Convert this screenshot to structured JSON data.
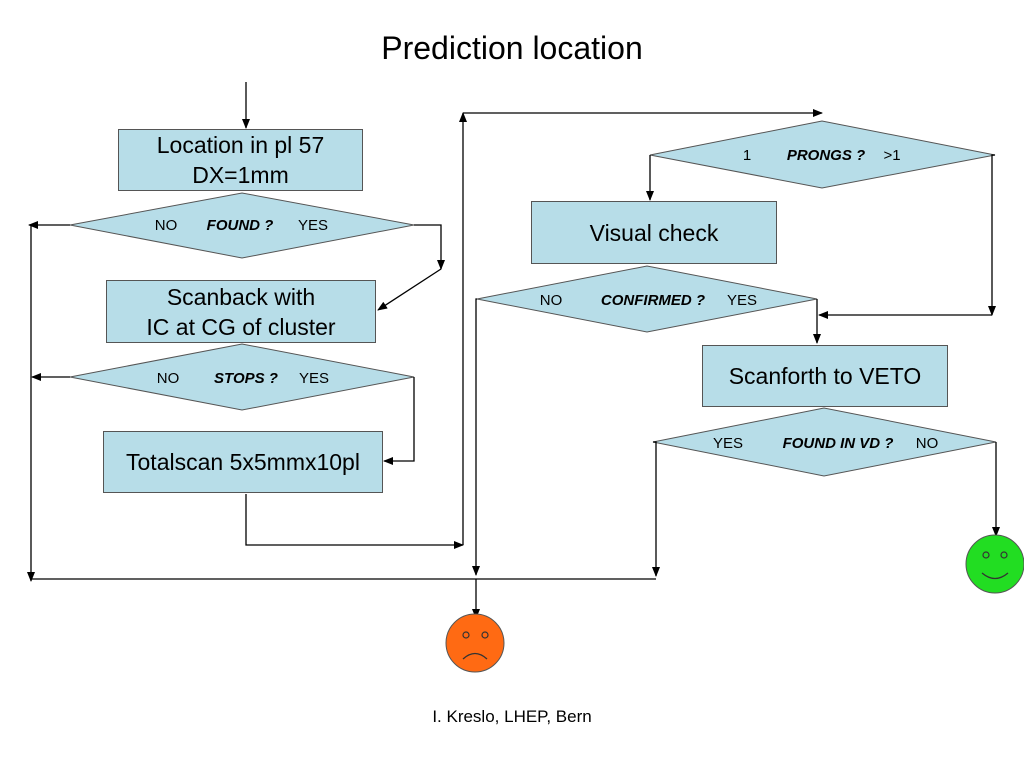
{
  "title": "Prediction location",
  "footer": "I. Kreslo, LHEP, Bern",
  "colors": {
    "box_fill": "#b7dde8",
    "sad_face": "#ff6a13",
    "happy_face": "#22dd22"
  },
  "boxes": {
    "location": "Location in pl 57\nDX=1mm",
    "scanback": "Scanback with\nIC at CG of cluster",
    "totalscan": "Totalscan 5x5mmx10pl",
    "visual": "Visual check",
    "scanforth": "Scanforth to VETO"
  },
  "decisions": {
    "found": {
      "left": "NO",
      "question": "FOUND ?",
      "right": "YES"
    },
    "stops": {
      "left": "NO",
      "question": "STOPS ?",
      "right": "YES"
    },
    "prongs": {
      "left": "1",
      "question": "PRONGS ?",
      "right": ">1"
    },
    "confirmed": {
      "left": "NO",
      "question": "CONFIRMED ?",
      "right": "YES"
    },
    "found_vd": {
      "left": "YES",
      "question": "FOUND IN VD ?",
      "right": "NO"
    }
  },
  "faces": {
    "sad": "sad-face-icon",
    "happy": "happy-face-icon"
  }
}
